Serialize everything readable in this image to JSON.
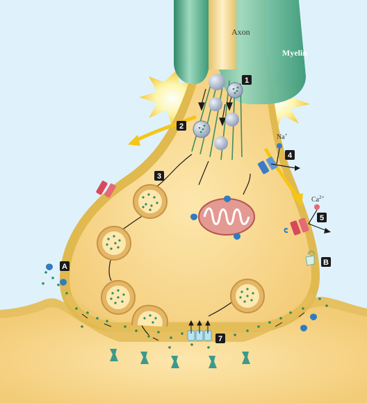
{
  "labels": {
    "axon": "Axon",
    "myelin": "Myelin",
    "sodium": "Na",
    "sodium_charge": "+",
    "calcium": "Ca",
    "calcium_charge": "2+"
  },
  "markers": [
    "1",
    "2",
    "3",
    "4",
    "5",
    "7",
    "A",
    "B"
  ],
  "colors": {
    "background": "#dff2fb",
    "cytoplasm": "#f8d98e",
    "membrane": "#e3bd55",
    "myelin": "#4faa8a",
    "vesicle_ring": "#dba85a",
    "transmitter_dot": "#2e8b5a",
    "arrow_yellow": "#f5c518",
    "mitochondrion": "#e08a84",
    "badge": "#1a1a1a",
    "channel_red": "#d64a5c",
    "channel_blue": "#3a7bc8",
    "receptor_teal": "#3c9a8c"
  },
  "icons": [
    "sodium-channel-icon",
    "calcium-channel-icon",
    "reuptake-transporter-icon",
    "postsynaptic-receptor-icon",
    "autoreceptor-icon",
    "enzyme-icon",
    "action-potential-flash-icon"
  ]
}
